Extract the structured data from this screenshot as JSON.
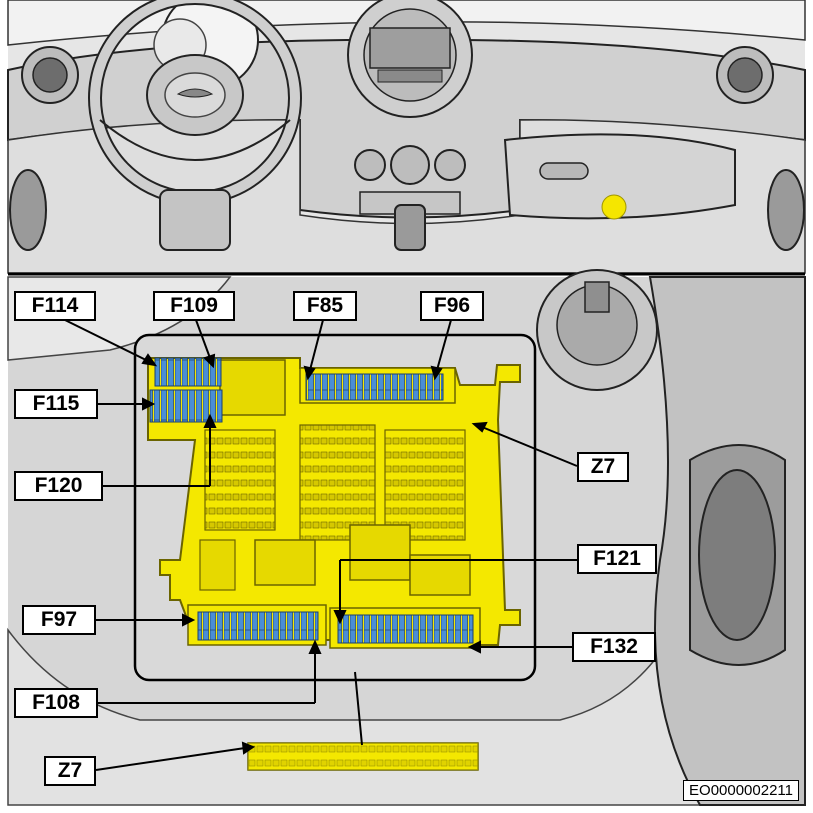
{
  "labels": {
    "f114": "F114",
    "f109": "F109",
    "f85": "F85",
    "f96": "F96",
    "f115": "F115",
    "f120": "F120",
    "z7_right": "Z7",
    "f121": "F121",
    "f97": "F97",
    "f132": "F132",
    "f108": "F108",
    "z7_bottom": "Z7"
  },
  "document_id": "EO0000002211",
  "colors": {
    "fuse_box": "#f4e800",
    "fuse_blue": "#4a8ed6",
    "location_marker": "#f5e600",
    "interior": "#cfcfcf",
    "outline": "#000000"
  }
}
